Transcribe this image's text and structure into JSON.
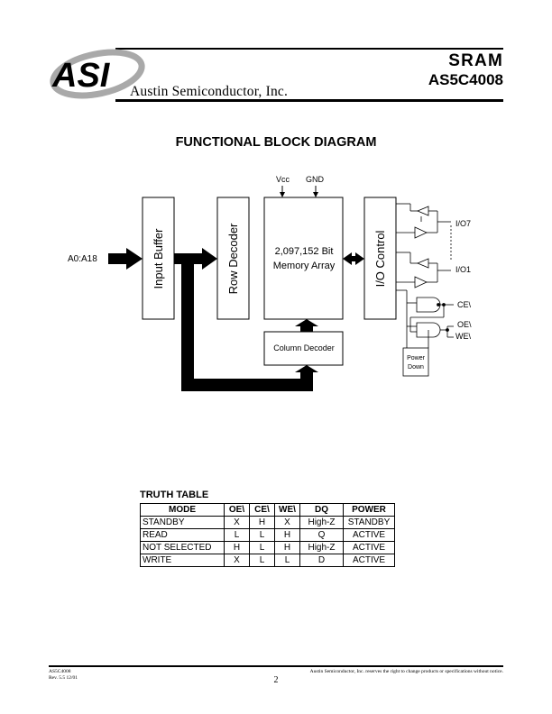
{
  "header": {
    "logo_text": "ASI",
    "company": "Austin Semiconductor, Inc.",
    "product": "SRAM",
    "part_number": "AS5C4008"
  },
  "title": "FUNCTIONAL BLOCK DIAGRAM",
  "diagram": {
    "address_label": "A0:A18",
    "vcc": "Vcc",
    "gnd": "GND",
    "input_buffer": "Input Buffer",
    "row_decoder": "Row Decoder",
    "memory_array_line1": "2,097,152 Bit",
    "memory_array_line2": "Memory Array",
    "io_control": "I/O Control",
    "column_decoder": "Column Decoder",
    "io7": "I/O7",
    "io1": "I/O1",
    "ce": "CE\\",
    "oe": "OE\\",
    "we": "WE\\",
    "power_down_line1": "Power",
    "power_down_line2": "Down"
  },
  "truth_table": {
    "title": "TRUTH TABLE",
    "headers": {
      "mode": "MODE",
      "oe": "OE\\",
      "ce": "CE\\",
      "we": "WE\\",
      "dq": "DQ",
      "power": "POWER"
    },
    "rows": [
      {
        "mode": "STANDBY",
        "oe": "X",
        "ce": "H",
        "we": "X",
        "dq": "High-Z",
        "power": "STANDBY"
      },
      {
        "mode": "READ",
        "oe": "L",
        "ce": "L",
        "we": "H",
        "dq": "Q",
        "power": "ACTIVE"
      },
      {
        "mode": "NOT SELECTED",
        "oe": "H",
        "ce": "L",
        "we": "H",
        "dq": "High-Z",
        "power": "ACTIVE"
      },
      {
        "mode": "WRITE",
        "oe": "X",
        "ce": "L",
        "we": "L",
        "dq": "D",
        "power": "ACTIVE"
      }
    ]
  },
  "footer": {
    "doc_number": "AS5C4008",
    "revision": "Rev. 5.5  12/01",
    "notice": "Austin Semiconductor, Inc. reserves the right to change products or specifications without notice.",
    "page": "2"
  }
}
